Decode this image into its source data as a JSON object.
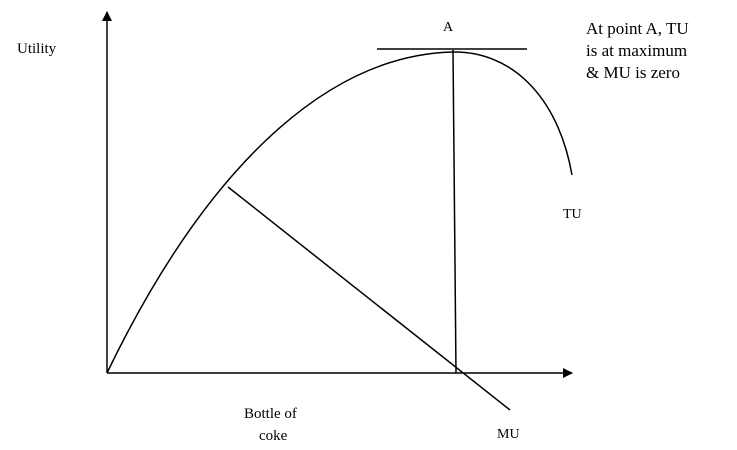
{
  "diagram": {
    "y_axis_label": "Utility",
    "x_axis_label_line1": "Bottle of",
    "x_axis_label_line2": "coke",
    "point_label": "A",
    "tu_label": "TU",
    "mu_label": "MU",
    "note_lines": [
      "At point A, TU",
      "is at maximum",
      "& MU is zero"
    ]
  }
}
